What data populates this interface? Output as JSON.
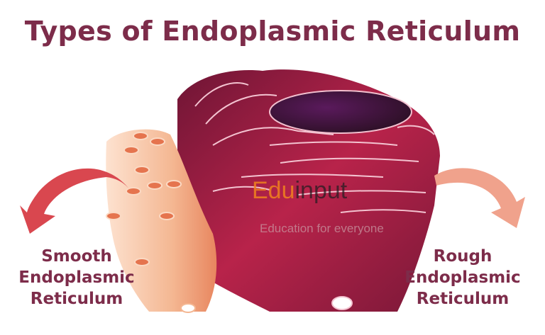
{
  "title": "Types of Endoplasmic Reticulum",
  "labels": {
    "smooth": [
      "Smooth",
      "Endoplasmic",
      "Reticulum"
    ],
    "rough": [
      "Rough",
      "Endoplasmic",
      "Reticulum"
    ]
  },
  "watermark": {
    "brand_part1": "Edu",
    "brand_part2": "input",
    "tagline": "Education for everyone"
  },
  "colors": {
    "title": "#7d2c4a",
    "smooth_er": "#f2b08e",
    "rough_er": "#8e1c3c",
    "arrow_left": "#d9474f",
    "arrow_right": "#f0a28c"
  }
}
